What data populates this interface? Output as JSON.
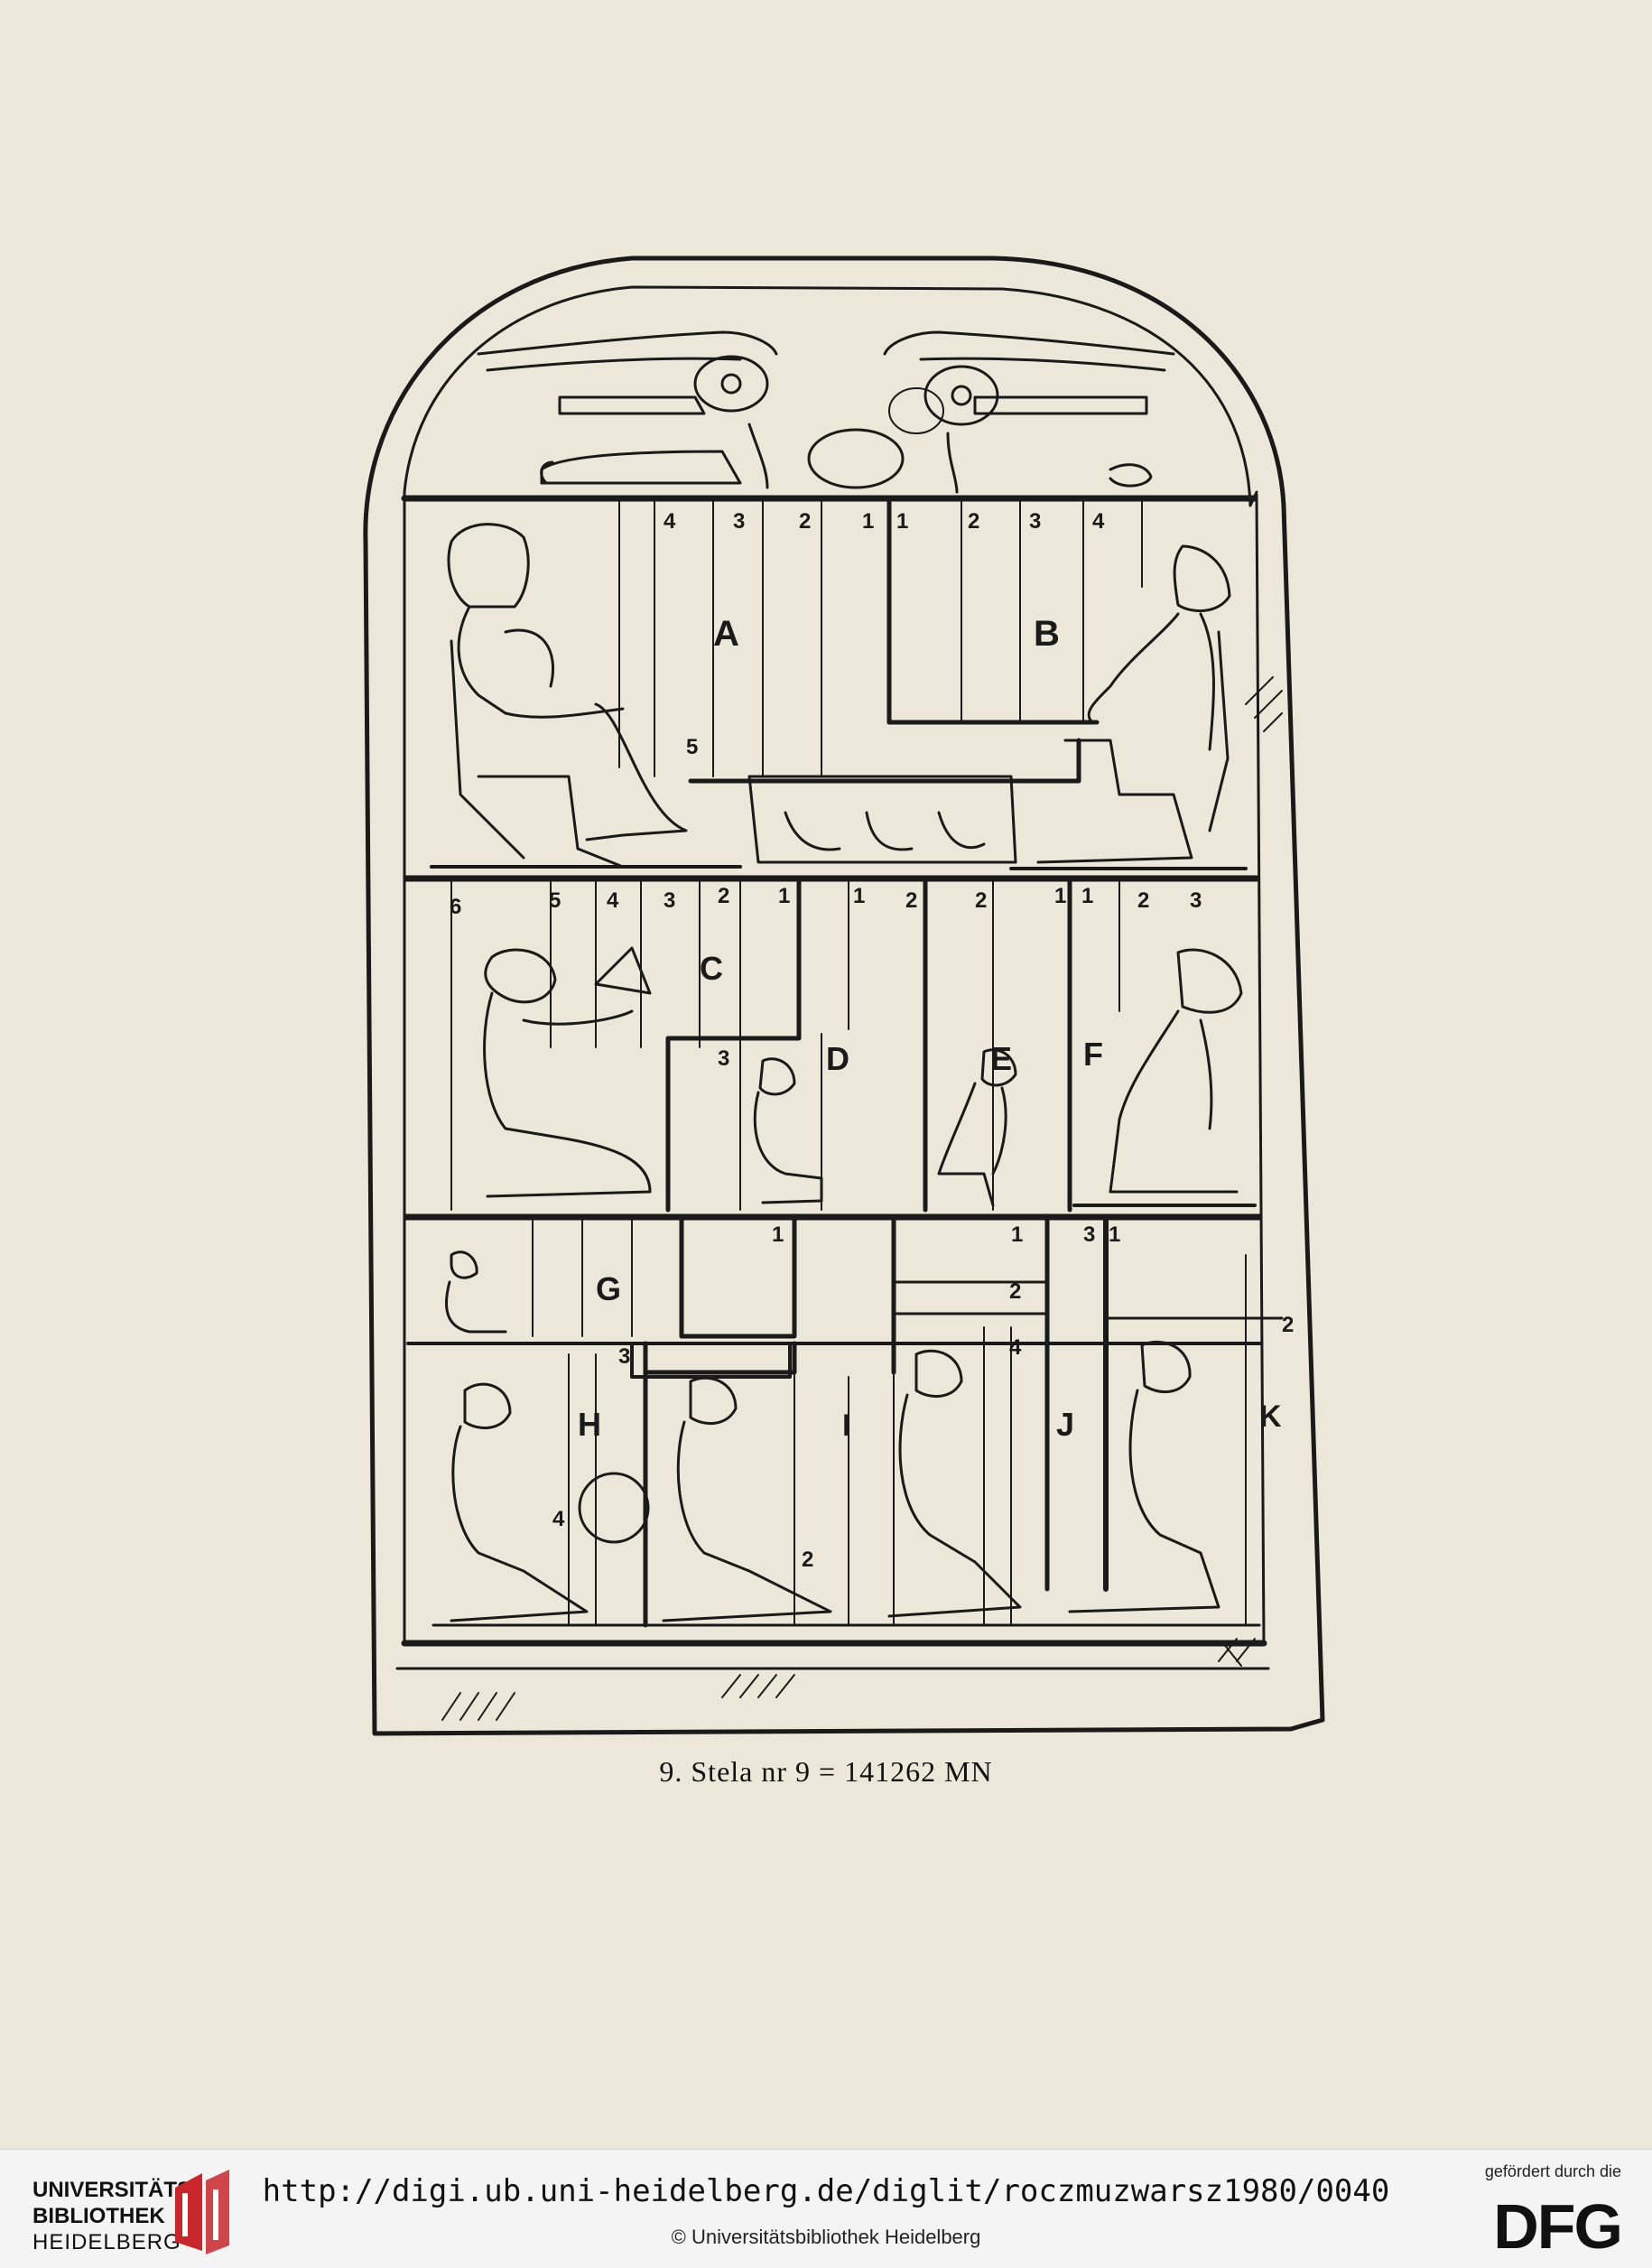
{
  "figure": {
    "caption": "9. Stela nr 9 = 141262 MN",
    "panel_labels": [
      "A",
      "B",
      "C",
      "D",
      "E",
      "F",
      "G",
      "H",
      "I",
      "J",
      "K"
    ],
    "row1_numbers": [
      "4",
      "3",
      "2",
      "1",
      "1",
      "2",
      "3",
      "4",
      "5"
    ],
    "row2_numbers": [
      "6",
      "5",
      "4",
      "3",
      "2",
      "1",
      "1",
      "2",
      "2",
      "1",
      "1",
      "2",
      "3",
      "3"
    ],
    "row3_numbers": [
      "1",
      "1",
      "3",
      "1",
      "2",
      "4",
      "3",
      "4",
      "2",
      "2"
    ]
  },
  "footer": {
    "library_line1": "UNIVERSITÄTS-",
    "library_line2": "BIBLIOTHEK",
    "library_line3": "HEIDELBERG",
    "url": "http://digi.ub.uni-heidelberg.de/diglit/roczmuzwarsz1980/0040",
    "copyright": "© Universitätsbibliothek Heidelberg",
    "funder_label": "gefördert durch die",
    "funder_mark": "DFG"
  }
}
